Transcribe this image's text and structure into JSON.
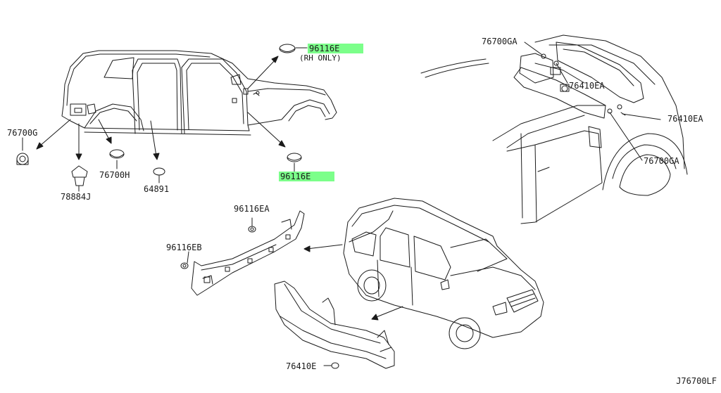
{
  "diagram": {
    "reference_code": "J76700LF",
    "highlight_color": "#7cff8a",
    "line_color": "#1a1a1a",
    "parts": [
      {
        "key": "p96116e_top",
        "number": "96116E",
        "note": "(RH ONLY)",
        "highlighted": true
      },
      {
        "key": "p96116e_bottom",
        "number": "96116E",
        "highlighted": true
      },
      {
        "key": "p76700g",
        "number": "76700G"
      },
      {
        "key": "p76700h",
        "number": "76700H"
      },
      {
        "key": "p64891",
        "number": "64891"
      },
      {
        "key": "p78884j",
        "number": "78884J"
      },
      {
        "key": "p76700ga_top",
        "number": "76700GA"
      },
      {
        "key": "p76410ea_mid",
        "number": "76410EA"
      },
      {
        "key": "p76410ea_right",
        "number": "76410EA"
      },
      {
        "key": "p76700ga_bottom",
        "number": "76700GA"
      },
      {
        "key": "p96116ea",
        "number": "96116EA"
      },
      {
        "key": "p96116eb",
        "number": "96116EB"
      },
      {
        "key": "p76410e",
        "number": "76410E"
      }
    ]
  }
}
